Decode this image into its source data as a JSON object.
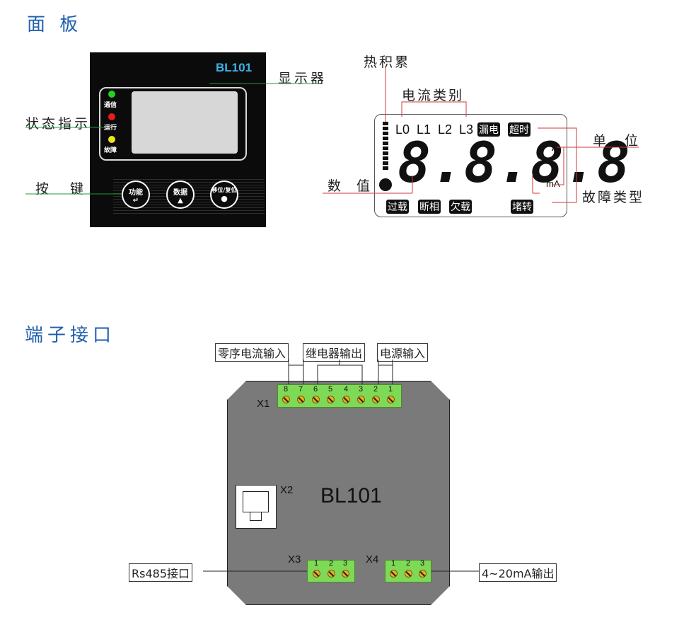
{
  "sections": {
    "panel": "面 板",
    "terminal": "端子接口"
  },
  "panel": {
    "brand": "BL101",
    "leds": [
      {
        "label": "通信",
        "color": "#1fd31f"
      },
      {
        "label": "运行",
        "color": "#e81b1b"
      },
      {
        "label": "故障",
        "color": "#f2e21b"
      }
    ],
    "buttons": [
      {
        "label": "功能",
        "glyph": "↵"
      },
      {
        "label": "数据",
        "glyph": "▲"
      },
      {
        "label": "移位/复位",
        "glyph": "●"
      }
    ],
    "callouts": {
      "status": "状态指示",
      "display": "显示器",
      "keys": "按 键"
    }
  },
  "lcd": {
    "labels": [
      "L0",
      "L1",
      "L2",
      "L3"
    ],
    "tags_top": [
      "漏电",
      "超时"
    ],
    "tags_bottom": [
      "过载",
      "断相",
      "欠载"
    ],
    "tag_stall": "堵转",
    "digits": "8.8.8.8",
    "units": [
      "A",
      "mA"
    ],
    "callouts": {
      "heat": "热积累",
      "current_type": "电流类别",
      "value": "数 值",
      "unit": "单 位",
      "fault_type": "故障类型"
    }
  },
  "device": {
    "name": "BL101",
    "x1": {
      "label": "X1",
      "pins": [
        "8",
        "7",
        "6",
        "5",
        "4",
        "3",
        "2",
        "1"
      ]
    },
    "x2": {
      "label": "X2"
    },
    "x3": {
      "label": "X3",
      "pins": [
        "1",
        "2",
        "3"
      ]
    },
    "x4": {
      "label": "X4",
      "pins": [
        "1",
        "2",
        "3"
      ]
    },
    "groups": {
      "zero_seq": "零序电流输入",
      "relay": "继电器输出",
      "power": "电源输入"
    },
    "rs485": "Rs485接口",
    "analog_out": "4~20mA输出"
  }
}
